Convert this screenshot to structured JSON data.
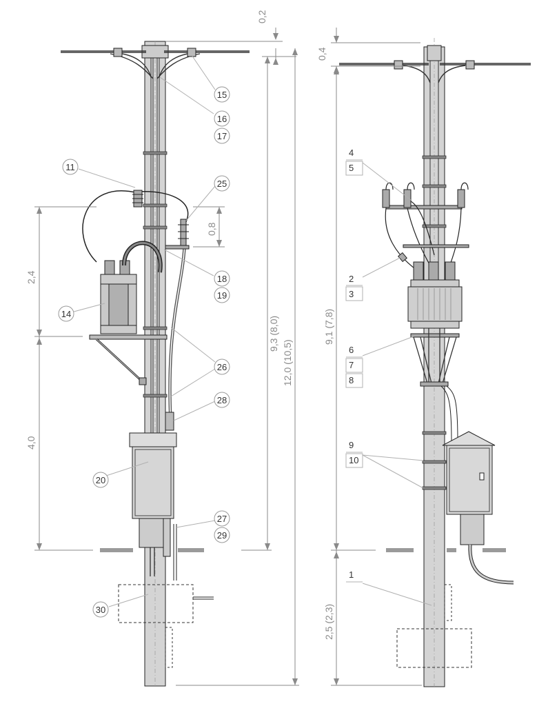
{
  "left_view": {
    "dimensions": {
      "top_offset": "0,2",
      "transformer_height": "2,4",
      "conductor_spacing": "0,8",
      "pole_above_ground": "9,3 (8,0)",
      "pole_total": "12,0 (10,5)",
      "cabinet_height": "4,0"
    },
    "callouts": [
      "15",
      "16",
      "17",
      "11",
      "25",
      "18",
      "19",
      "14",
      "26",
      "28",
      "20",
      "27",
      "29",
      "30"
    ]
  },
  "right_view": {
    "dimensions": {
      "top_offset": "0,4",
      "pole_above_ground": "9,1 (7,8)",
      "burial_depth": "2,5 (2,3)"
    },
    "callouts": [
      "4",
      "5",
      "2",
      "3",
      "6",
      "7",
      "8",
      "9",
      "10",
      "1"
    ]
  },
  "colors": {
    "pole": "#d4d4d4",
    "outline": "#222222",
    "dimension": "#8a8a8a",
    "ground": "#9a9a9a",
    "leader": "#b0b0b0"
  }
}
